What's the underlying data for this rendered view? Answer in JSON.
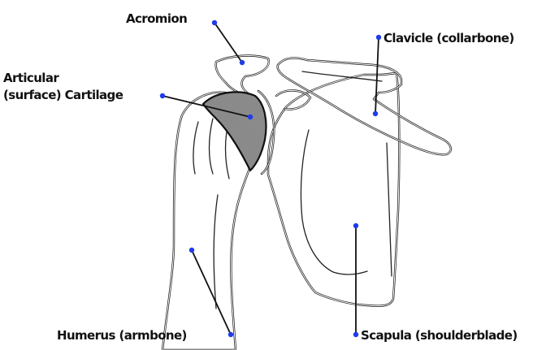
{
  "diagram": {
    "accent_color": "#1f3ce8",
    "cartilage_color": "#8a8a8a",
    "labels": {
      "acromion": "Acromion",
      "clavicle": "Clavicle (collarbone)",
      "articular_line1": "Articular",
      "articular_line2": "(surface) Cartilage",
      "humerus": "Humerus (armbone)",
      "scapula": "Scapula (shoulderblade)"
    }
  }
}
